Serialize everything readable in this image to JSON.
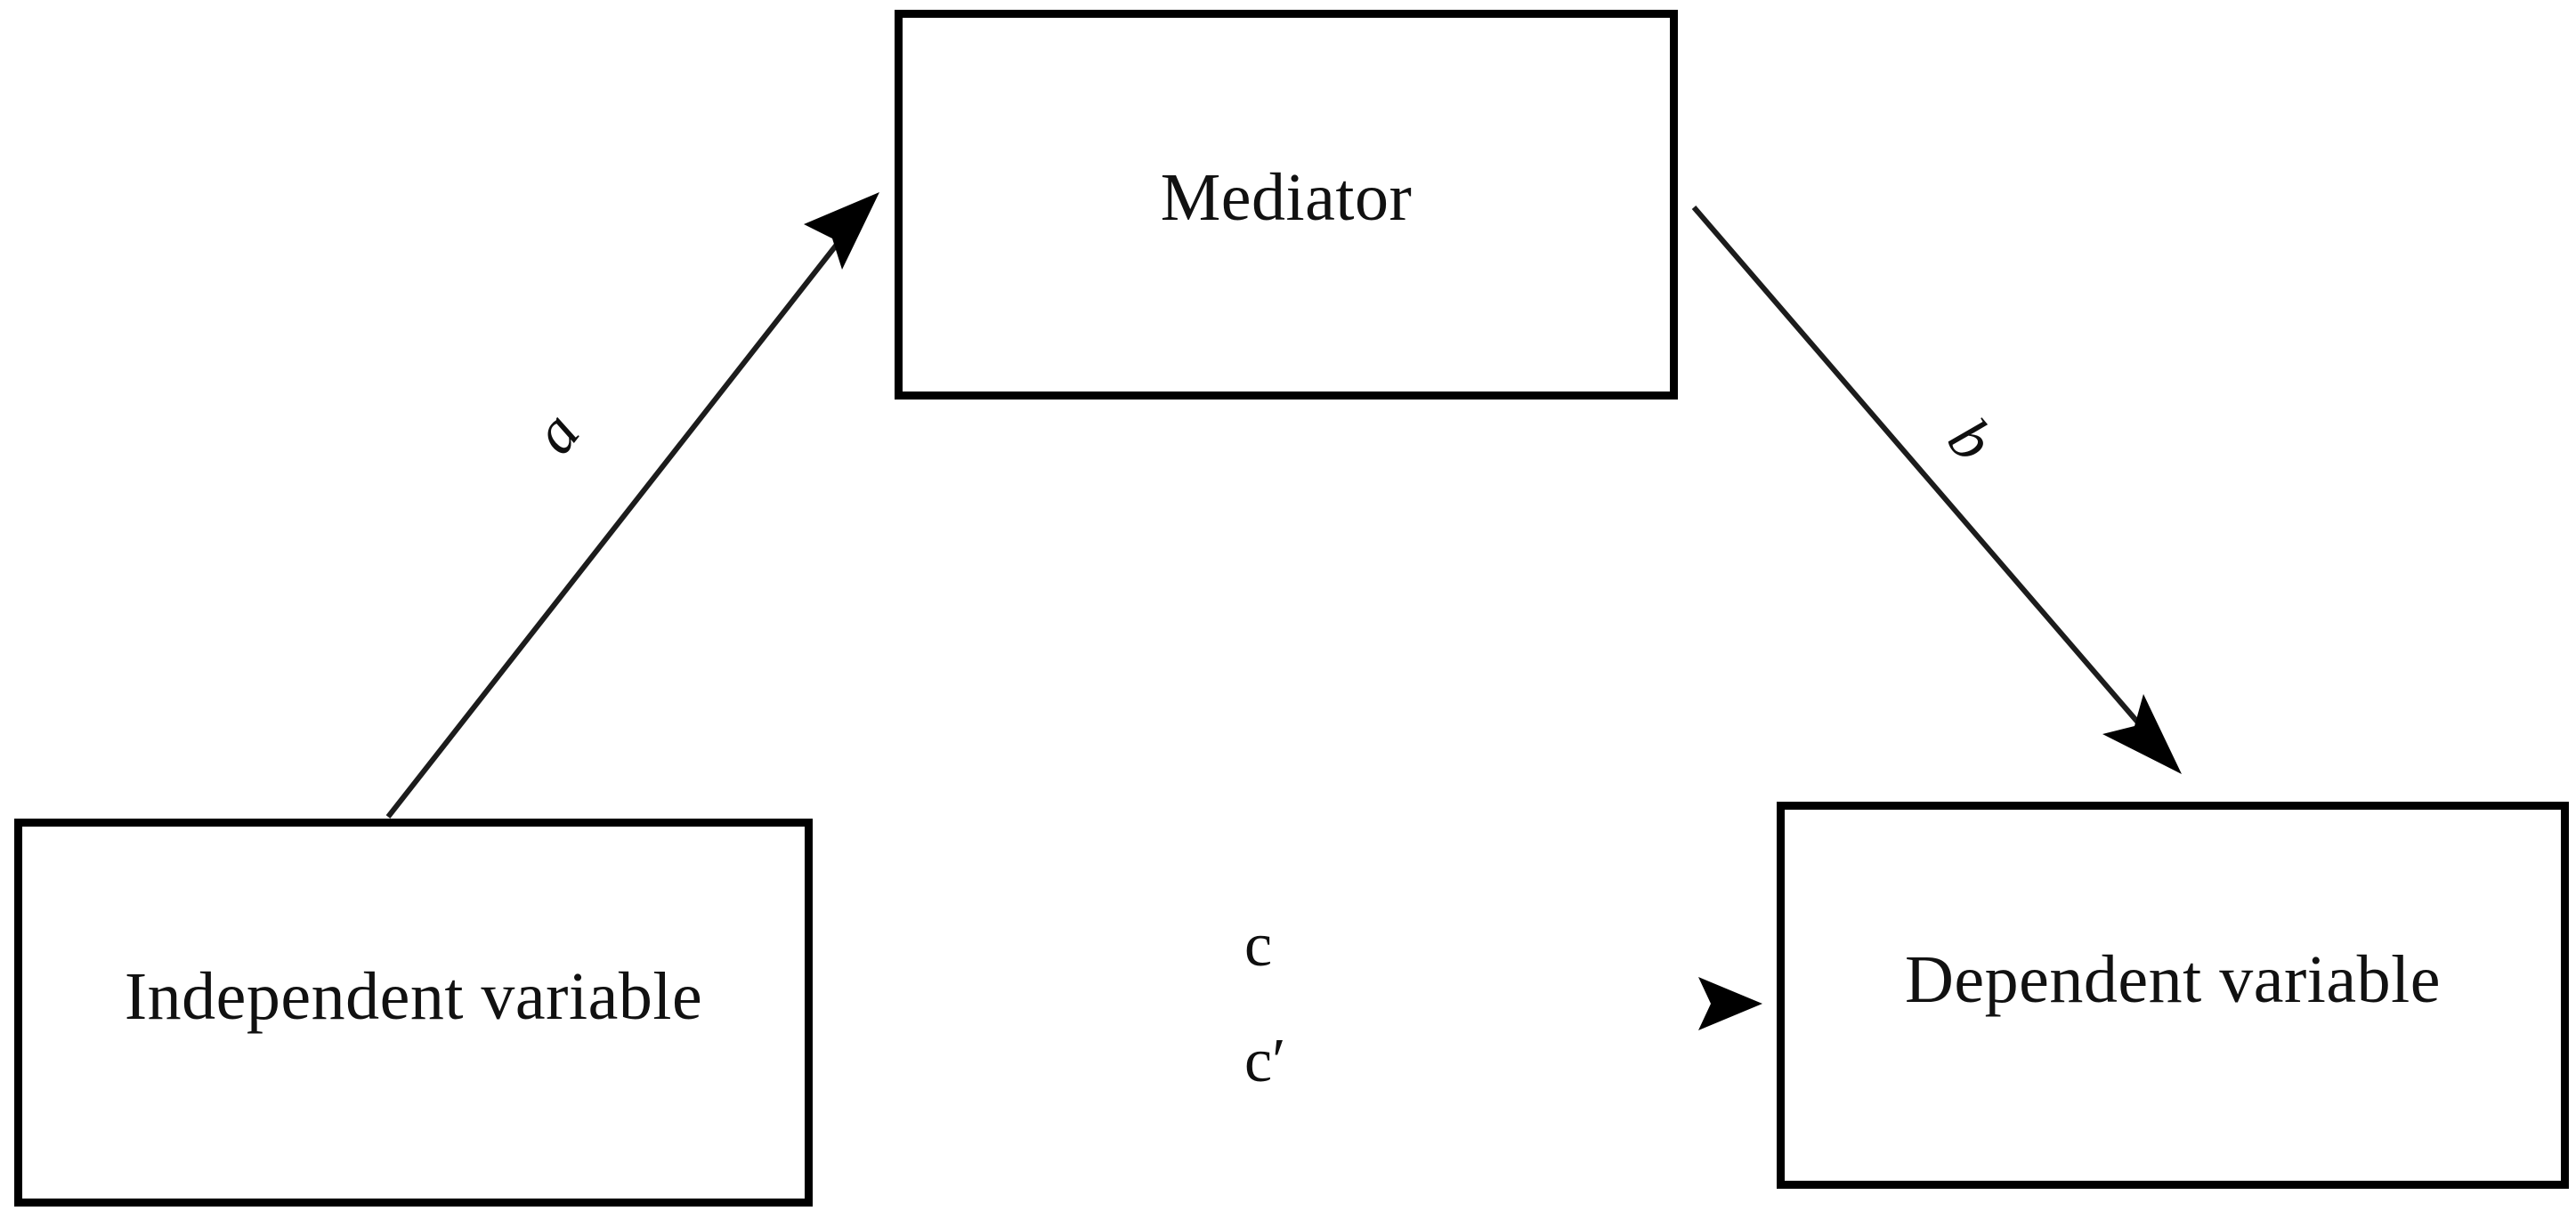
{
  "diagram": {
    "type": "mediation-model",
    "background_color": "#ffffff",
    "stroke_color": "#000000",
    "nodes": [
      {
        "id": "mediator",
        "label": "Mediator",
        "position": "top-center"
      },
      {
        "id": "independent",
        "label": "Independent variable",
        "position": "bottom-left"
      },
      {
        "id": "dependent",
        "label": "Dependent variable",
        "position": "bottom-right"
      }
    ],
    "edges": [
      {
        "id": "a",
        "label": "a",
        "from": "independent",
        "to": "mediator",
        "style": "solid-arrow",
        "orientation": "diagonal-up-right"
      },
      {
        "id": "b",
        "label": "b",
        "from": "mediator",
        "to": "dependent",
        "style": "solid-arrow",
        "orientation": "diagonal-down-right"
      },
      {
        "id": "c",
        "label": "c",
        "from": "independent",
        "to": "dependent",
        "style": "solid-arrow",
        "orientation": "horizontal",
        "label_position": "above"
      },
      {
        "id": "c_prime",
        "label": "c′",
        "from": "independent",
        "to": "dependent",
        "style": "solid-arrow",
        "orientation": "horizontal",
        "label_position": "below"
      }
    ]
  },
  "nodes": {
    "mediator": {
      "label": "Mediator"
    },
    "independent": {
      "label": "Independent variable"
    },
    "dependent": {
      "label": "Dependent variable"
    }
  },
  "labels": {
    "a": "a",
    "b": "b",
    "c": "c",
    "c_prime": "c′"
  }
}
